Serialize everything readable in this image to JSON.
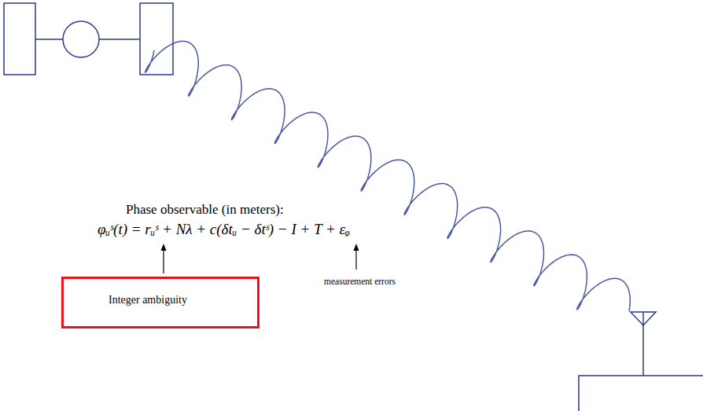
{
  "diagram": {
    "nodes": [
      {
        "text": [
          "Integer ambiguity"
        ]
      }
    ],
    "edges": [],
    "labels": [
      "Phase observable (in meters):",
      "φᵤˢ(t) = rᵤˢ + Nλ + c(δtᵤ − δtˢ) − I + T + εᵩ",
      "measurement errors"
    ]
  }
}
